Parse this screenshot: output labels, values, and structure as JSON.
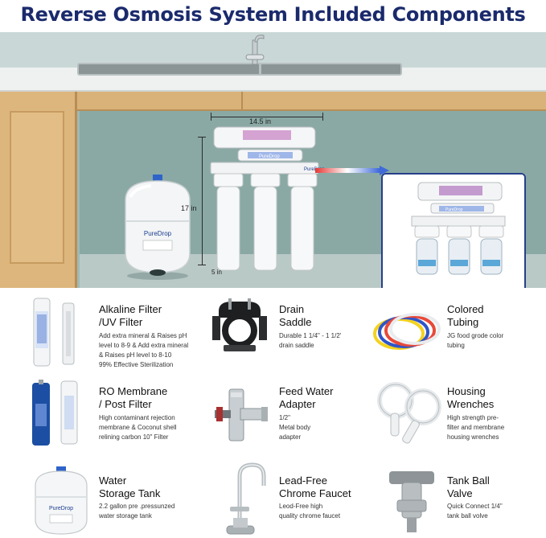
{
  "header": {
    "title": "Reverse Osmosis System Included Components"
  },
  "scene": {
    "brand": "PureDrop",
    "dimensions": {
      "width": "14.5 in",
      "height": "17 in",
      "depth": "5 in"
    },
    "arrow_colors": [
      "#e53935",
      "#ffffff",
      "#3f6ad8"
    ]
  },
  "components": [
    {
      "title_lines": [
        "Alkaline Filter",
        "/UV Filter"
      ],
      "desc_lines": [
        "Add extra mineral & Raises pH",
        "level to 8-9 & Add extra mineral",
        "& Raises pH level to 8-10",
        "99% Effective Sterilization"
      ]
    },
    {
      "title_lines": [
        "Drain",
        "Saddle"
      ],
      "desc_lines": [
        "Durable 1 1/4\" - 1 1/2'",
        "drain saddle"
      ]
    },
    {
      "title_lines": [
        "Colored",
        "Tubing"
      ],
      "desc_lines": [
        "JG food grode color",
        "tubing"
      ]
    },
    {
      "title_lines": [
        "RO  Membrane",
        "/ Post Filter"
      ],
      "desc_lines": [
        "High contaminant rejection",
        "membrane & Coconut shell",
        "relining carbon 10\" Filter"
      ]
    },
    {
      "title_lines": [
        "Feed Water",
        "Adapter"
      ],
      "desc_lines": [
        "1/2\"",
        "Metal body",
        "adapter"
      ]
    },
    {
      "title_lines": [
        "Housing",
        "Wrenches"
      ],
      "desc_lines": [
        "High strength pre-",
        "filter and membrane",
        "housing wrenches"
      ]
    },
    {
      "title_lines": [
        "Water",
        "Storage Tank"
      ],
      "desc_lines": [
        "2.2 gallon pre .pressunzed",
        "water storage tank"
      ]
    },
    {
      "title_lines": [
        "Lead-Free",
        "Chrome Faucet"
      ],
      "desc_lines": [
        "Leod-Free high",
        "quality chrome faucet"
      ]
    },
    {
      "title_lines": [
        "Tank Ball",
        "Valve"
      ],
      "desc_lines": [
        "Quick Connect 1/4\"",
        "tank ball volve"
      ]
    }
  ]
}
